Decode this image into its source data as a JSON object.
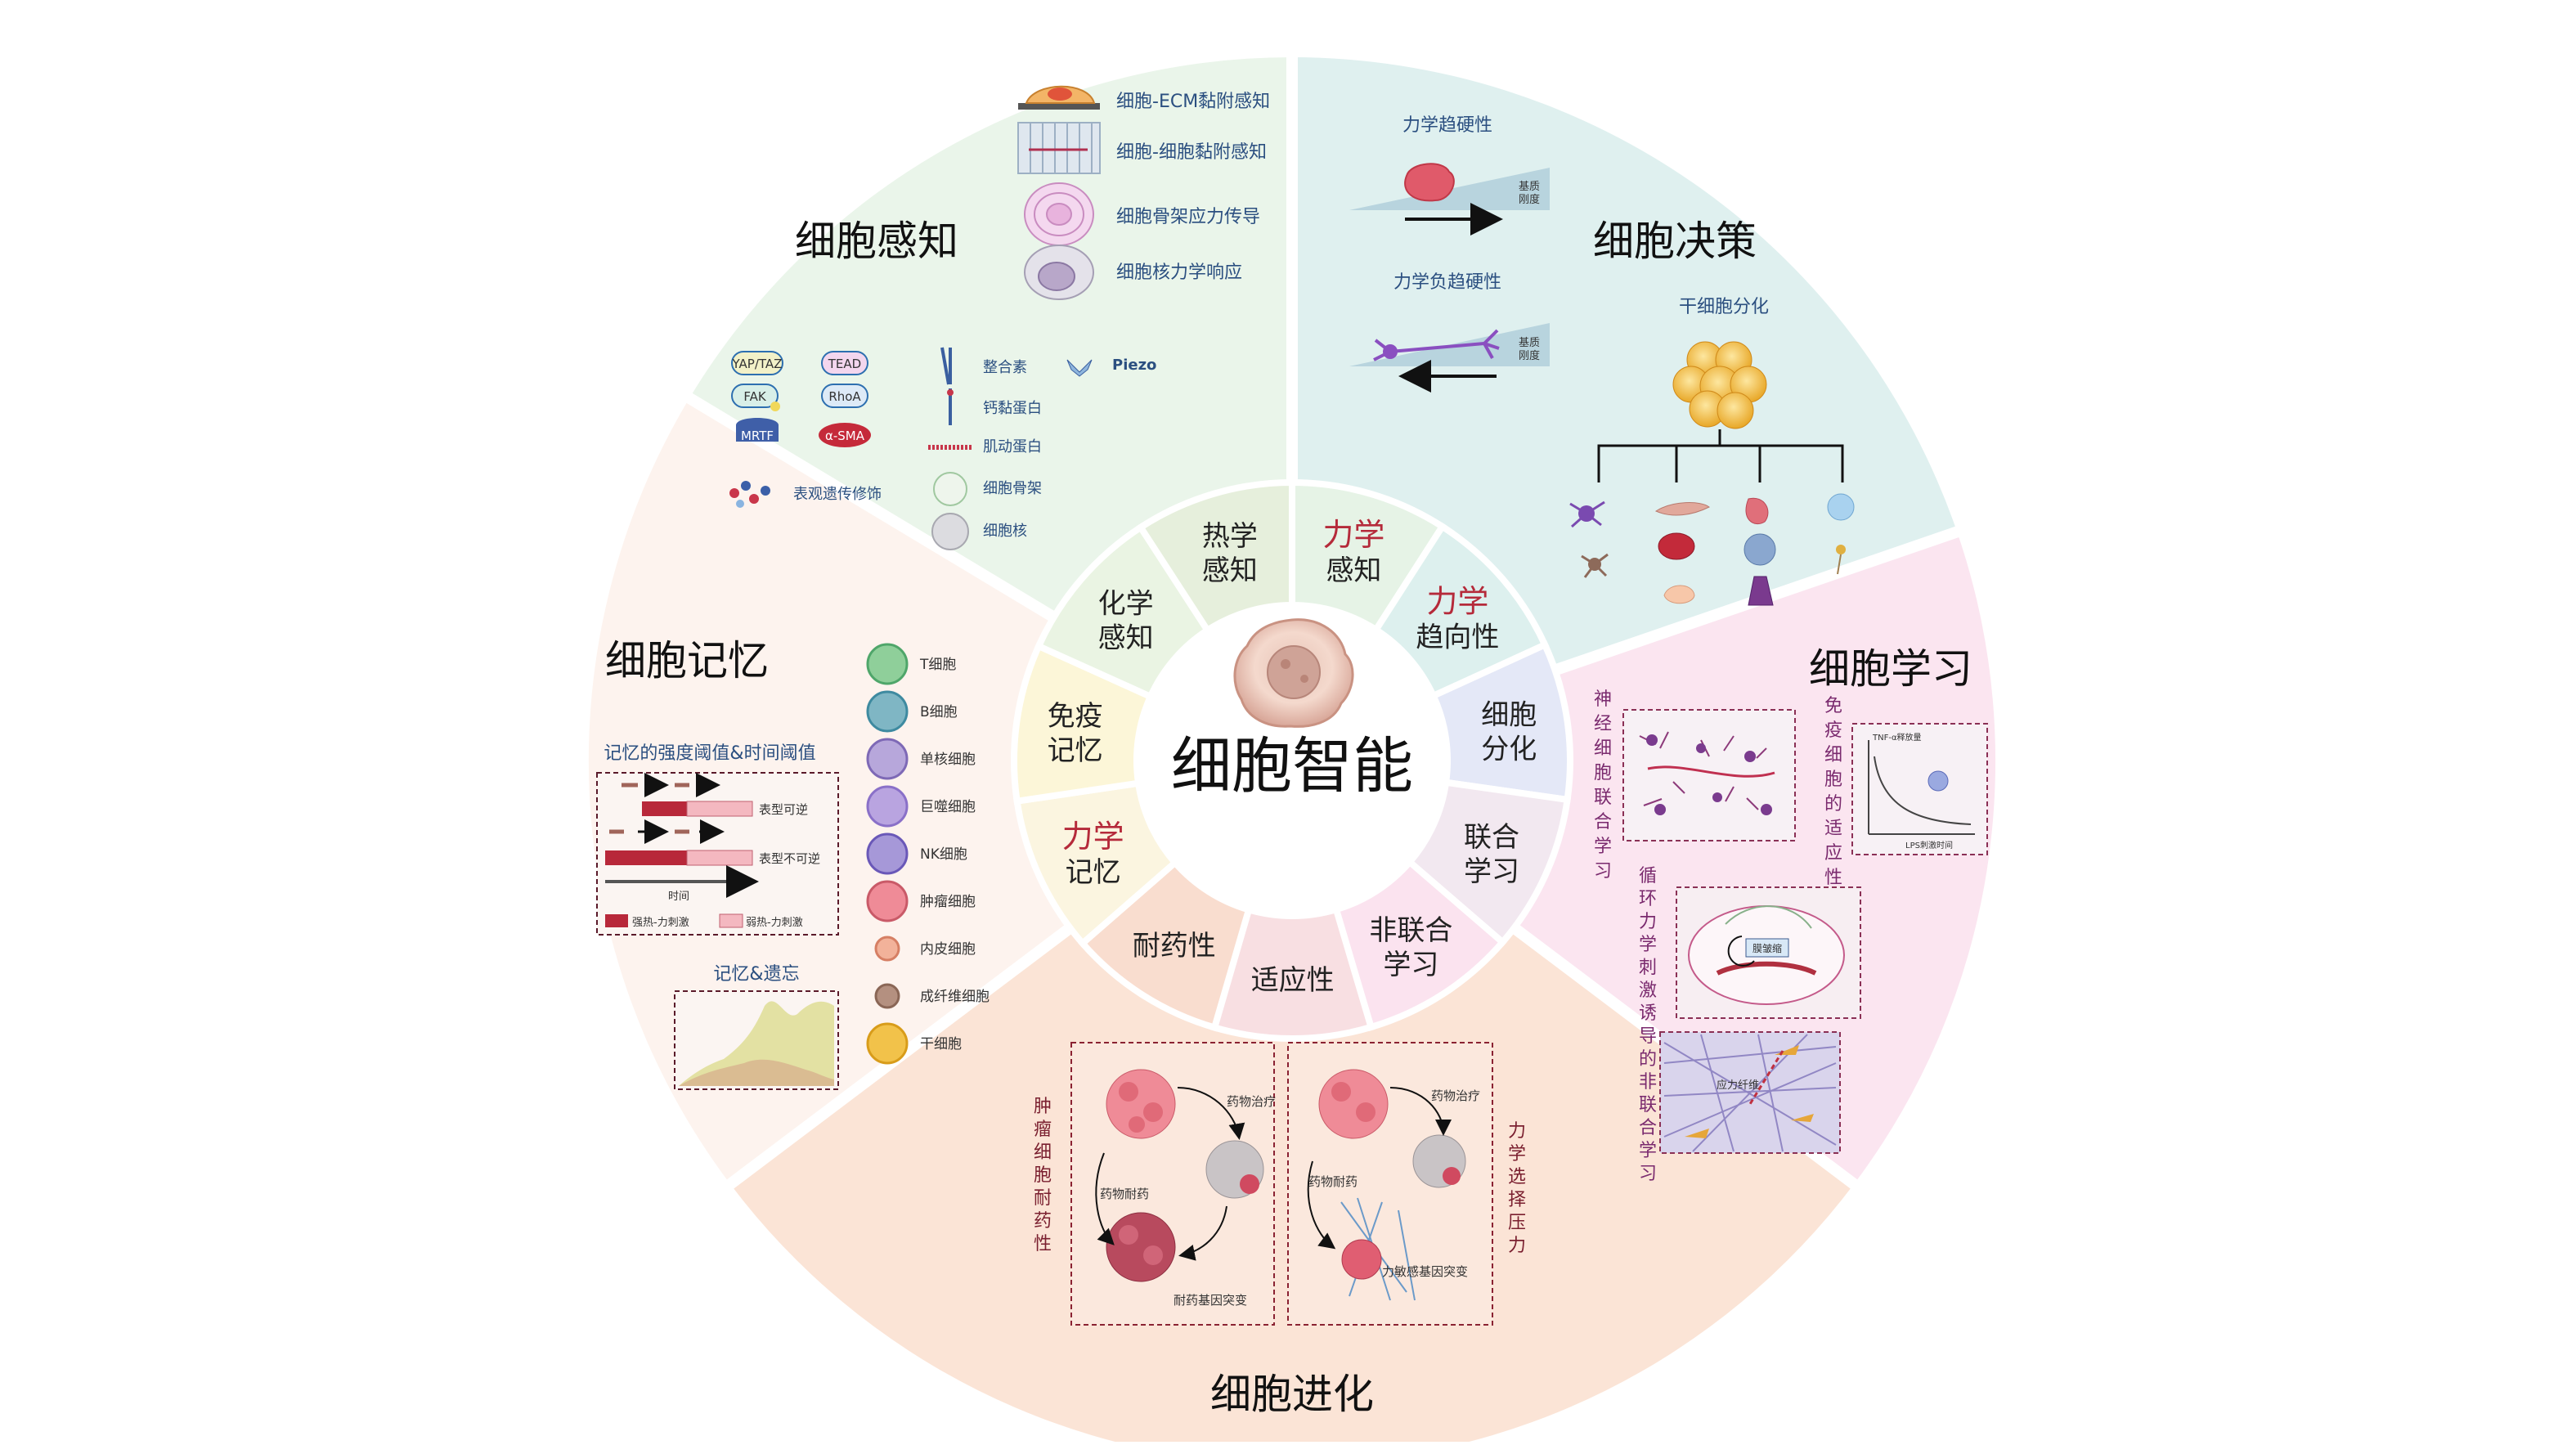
{
  "center": {
    "title": "细胞智能"
  },
  "sectors": {
    "perception": {
      "title": "细胞感知",
      "color": "#eaf5ea"
    },
    "decision": {
      "title": "细胞决策",
      "color": "#dff0ef"
    },
    "learning": {
      "title": "细胞学习",
      "color": "#fbe5f0"
    },
    "evolution": {
      "title": "细胞进化",
      "color": "#fbe4d6"
    },
    "memory": {
      "title": "细胞记忆",
      "color": "#fdf3ee"
    }
  },
  "ring": [
    {
      "line1": "力学",
      "line2": "感知"
    },
    {
      "line1": "力学",
      "line2": "趋向性"
    },
    {
      "line1": "细胞",
      "line2": "分化"
    },
    {
      "line1": "联合",
      "line2": "学习"
    },
    {
      "line1": "非联合",
      "line2": "学习"
    },
    {
      "line1": "适应性",
      "line2": ""
    },
    {
      "line1": "耐药性",
      "line2": ""
    },
    {
      "line1": "力学",
      "line2": "记忆"
    },
    {
      "line1": "免疫",
      "line2": "记忆"
    },
    {
      "line1": "化学",
      "line2": "感知"
    },
    {
      "line1": "热学",
      "line2": "感知"
    }
  ],
  "perception": {
    "items": [
      "细胞-ECM黏附感知",
      "细胞-细胞黏附感知",
      "细胞骨架应力传导",
      "细胞核力学响应"
    ],
    "molecules": [
      "YAP/TAZ",
      "TEAD",
      "FAK",
      "RhoA",
      "MRTF",
      "α-SMA"
    ],
    "legend": [
      "整合素",
      "Piezo",
      "钙黏蛋白",
      "肌动蛋白",
      "细胞骨架",
      "细胞核"
    ],
    "epigenetic": "表观遗传修饰"
  },
  "decision": {
    "durotaxis": "力学趋硬性",
    "neg_durotaxis": "力学负趋硬性",
    "substrate_stiffness": "基质\n刚度",
    "differentiation": "干细胞分化"
  },
  "memory": {
    "cells": [
      "T细胞",
      "B细胞",
      "单核细胞",
      "巨噬细胞",
      "NK细胞",
      "肿瘤细胞",
      "内皮细胞",
      "成纤维细胞",
      "干细胞"
    ],
    "threshold_title": "记忆的强度阈值&时间阈值",
    "reversible": "表型可逆",
    "irreversible": "表型不可逆",
    "time": "时间",
    "strong": "强热-力刺激",
    "weak": "弱热-力刺激",
    "forget_title": "记忆&遗忘"
  },
  "learning": {
    "neural_label": "神经细胞联合学习",
    "immune_label": "免疫细胞的适应性",
    "cyclic_label": "循环力学刺激诱导的非联合学习",
    "plot_y": "TNF-α释放量",
    "plot_x": "LPS刺激时间",
    "stress_fiber": "应力纤维",
    "membrane_shrink": "膜皱缩"
  },
  "evolution": {
    "left_label": "肿瘤细胞耐药性",
    "right_label": "力学选择压力",
    "drug_treat": "药物治疗",
    "drug_resist": "药物耐药",
    "resist_mut": "耐药基因突变",
    "mech_mut": "力敏感基因突变"
  }
}
